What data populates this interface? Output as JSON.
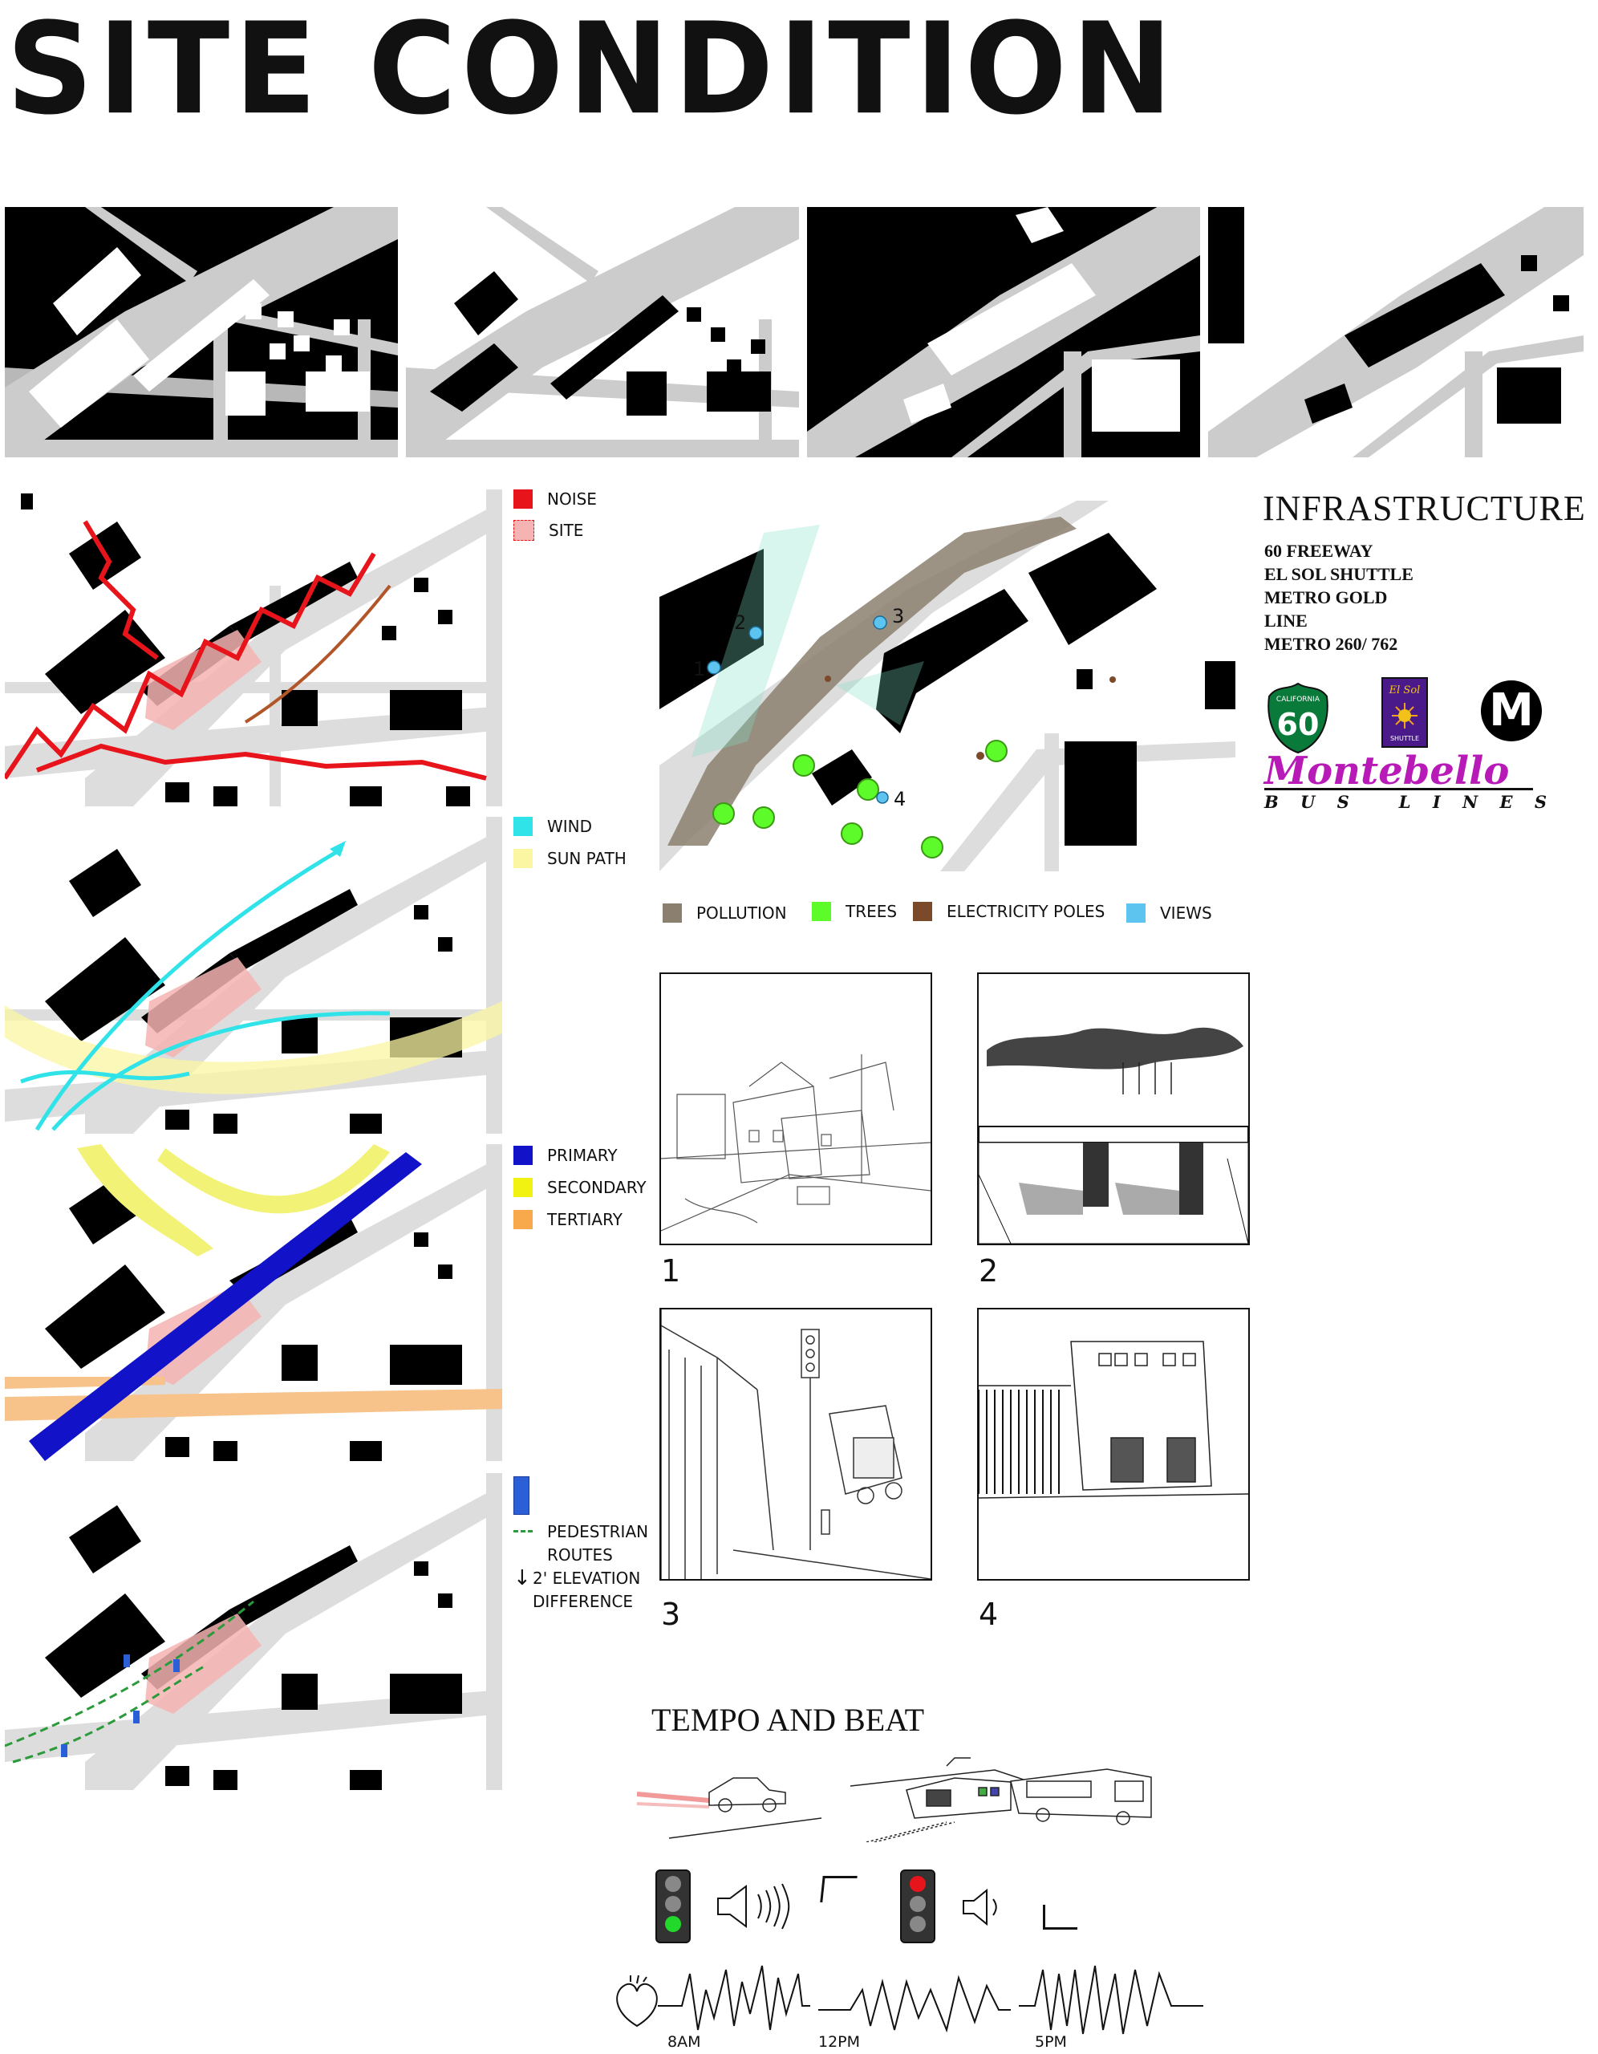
{
  "page": {
    "title": "SITE CONDITION"
  },
  "legends": {
    "noise": [
      {
        "label": "NOISE",
        "color": "#e8141b"
      },
      {
        "label": "SITE",
        "color": "#f6b3b3"
      }
    ],
    "climate": [
      {
        "label": "WIND",
        "color": "#2fe3e8"
      },
      {
        "label": "SUN PATH",
        "color": "#fbf6a2"
      }
    ],
    "roads": [
      {
        "label": "PRIMARY",
        "color": "#1212c8"
      },
      {
        "label": "SECONDARY",
        "color": "#f2f212"
      },
      {
        "label": "TERTIARY",
        "color": "#f7a94b"
      }
    ],
    "pedestrian": {
      "marker_color": "#2b5fd8",
      "route_label_1": "PEDESTRIAN",
      "route_label_2": "ROUTES",
      "elevation_label_1": "2' ELEVATION",
      "elevation_label_2": "DIFFERENCE",
      "arrow": "↓"
    },
    "infrastructure_map": [
      {
        "label": "POLLUTION",
        "color": "#8b8070"
      },
      {
        "label": "TREES",
        "color": "#5dfb2a"
      },
      {
        "label": "ELECTRICITY POLES",
        "color": "#7a4a2a"
      },
      {
        "label": "VIEWS",
        "color": "#5cc4ee"
      }
    ]
  },
  "infrastructure": {
    "heading": "INFRASTRUCTURE",
    "lines": [
      "60 FREEWAY",
      "EL SOL SHUTTLE",
      "METRO GOLD",
      "LINE",
      "METRO 260/ 762"
    ],
    "logos": {
      "shield_top": "CALIFORNIA",
      "shield_number": "60",
      "elsol_1": "El Sol",
      "elsol_2": "SHUTTLE",
      "metro": "M",
      "montebello": "Montebello",
      "bus_lines": "B U S   L I N E S"
    },
    "view_markers": [
      "1",
      "2",
      "3",
      "4"
    ]
  },
  "views": [
    {
      "number": "1"
    },
    {
      "number": "2"
    },
    {
      "number": "3"
    },
    {
      "number": "4"
    }
  ],
  "tempo": {
    "heading": "TEMPO AND BEAT",
    "times": [
      "8AM",
      "12PM",
      "5PM"
    ]
  }
}
